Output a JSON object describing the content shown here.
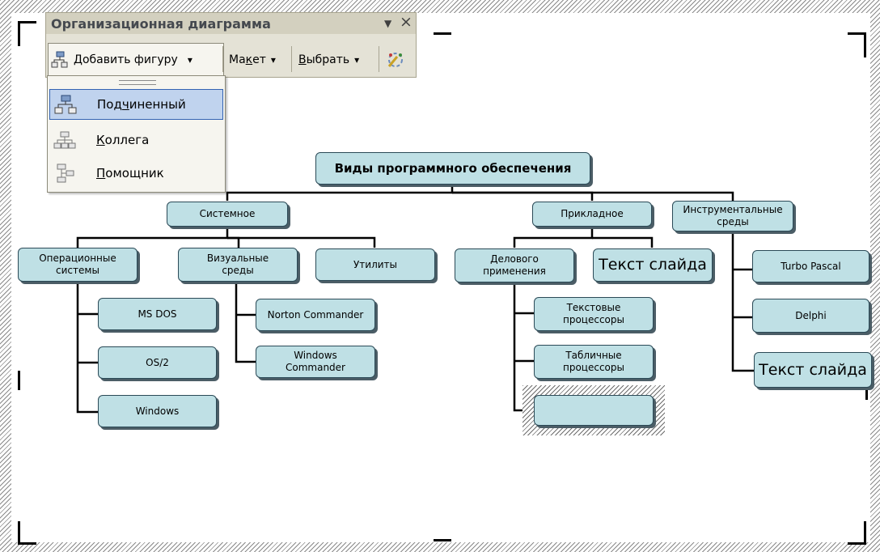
{
  "toolbar": {
    "title": "Организационная диаграмма",
    "collapse_glyph": "▼",
    "close_glyph": "×",
    "add_shape": {
      "pre": "",
      "u": "Д",
      "post": "обавить фигуру"
    },
    "layout": {
      "pre": "Ма",
      "u": "к",
      "post": "ет"
    },
    "select": {
      "pre": "",
      "u": "В",
      "post": "ыбрать"
    },
    "dropdown_glyph": "▾",
    "autofit_icon": "autoformat-icon"
  },
  "menu": {
    "items": [
      {
        "pre": "Под",
        "u": "ч",
        "post": "иненный",
        "icon": "subordinate-icon",
        "highlighted": true
      },
      {
        "pre": "",
        "u": "К",
        "post": "оллега",
        "icon": "coworker-icon",
        "highlighted": false
      },
      {
        "pre": "",
        "u": "П",
        "post": "омощник",
        "icon": "assistant-icon",
        "highlighted": false
      }
    ]
  },
  "chart": {
    "root": "Виды программного обеспечения",
    "system": "Системное",
    "applied": "Прикладное",
    "tools": "Инструментальные\nсреды",
    "os": "Операционные\nсистемы",
    "visual": "Визуальные\nсреды",
    "utils": "Утилиты",
    "business": "Делового\nприменения",
    "slide_text_1": "Текст слайда",
    "msdos": "MS DOS",
    "os2": "OS/2",
    "windows": "Windows",
    "norton": "Norton Commander",
    "wincmd": "Windows\nCommander",
    "text_proc": "Текстовые\nпроцессоры",
    "table_proc": "Табличные\nпроцессоры",
    "empty_node": "",
    "turbo": "Turbo Pascal",
    "delphi": "Delphi",
    "slide_text_2": "Текст слайда"
  },
  "colors": {
    "node_fill": "#bfe0e5",
    "node_border": "#2b4a57",
    "menu_highlight": "#c0d3ee"
  }
}
